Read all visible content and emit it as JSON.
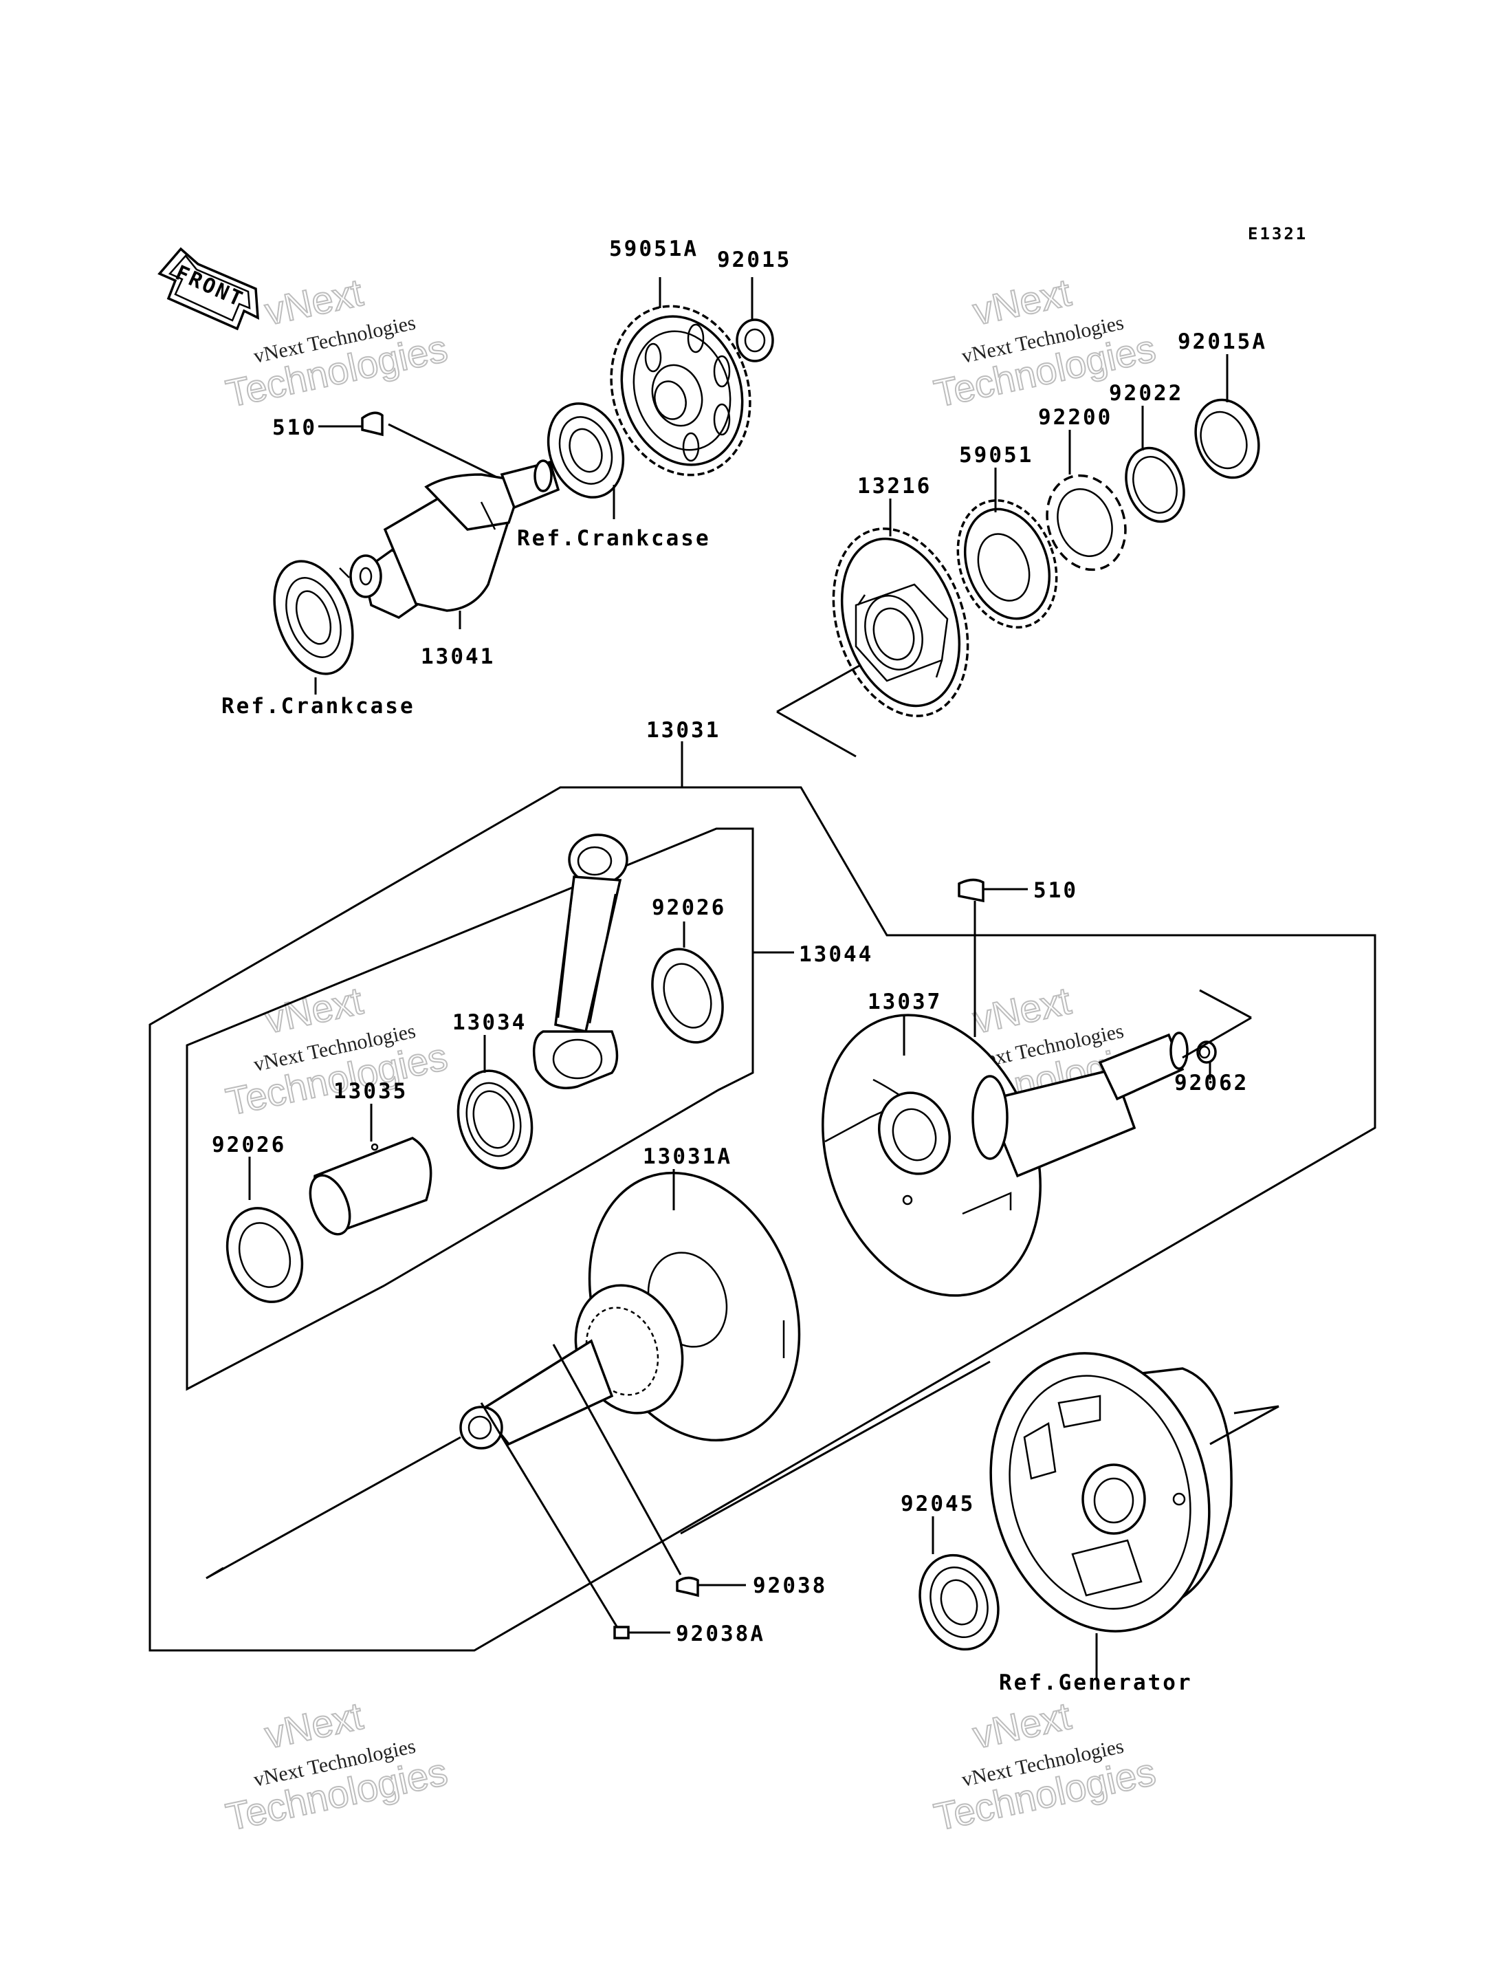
{
  "diagram_id": "E1321",
  "front_label": "FRONT",
  "watermark": {
    "line1": "vNext",
    "line2": "vNext Technologies",
    "line3": "Technologies"
  },
  "labels": {
    "p59051A": "59051A",
    "p92015": "92015",
    "p92015A": "92015A",
    "p92022": "92022",
    "p92200": "92200",
    "p59051": "59051",
    "p13216": "13216",
    "p510_top": "510",
    "ref_crankcase_1": "Ref.Crankcase",
    "p13041": "13041",
    "ref_crankcase_2": "Ref.Crankcase",
    "p13031": "13031",
    "p92026_top": "92026",
    "p13044": "13044",
    "p510_mid": "510",
    "p13037": "13037",
    "p13034": "13034",
    "p13035": "13035",
    "p92062": "92062",
    "p92026_left": "92026",
    "p13031A": "13031A",
    "p92045": "92045",
    "p92038": "92038",
    "p92038A": "92038A",
    "ref_generator": "Ref.Generator"
  }
}
